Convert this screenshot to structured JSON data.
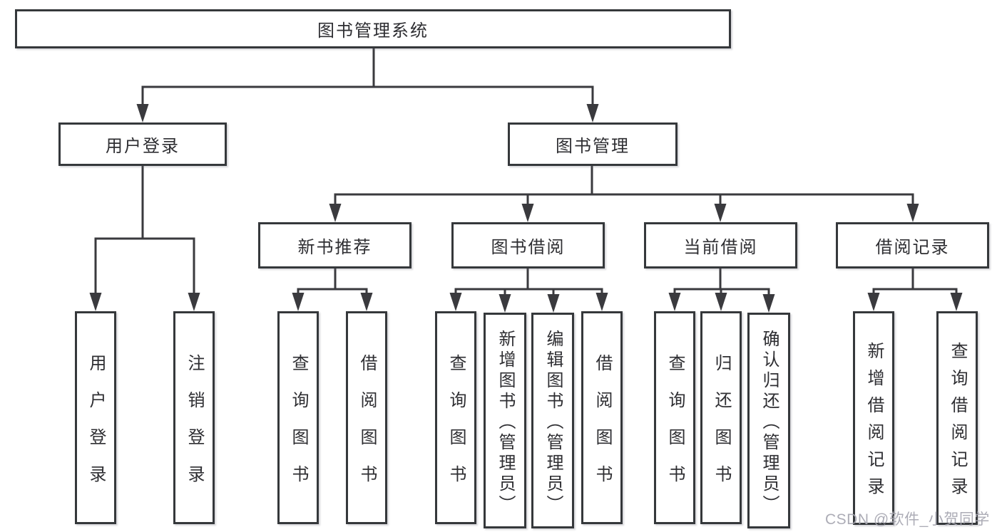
{
  "diagram_title": "图书管理系统",
  "tree": {
    "root": {
      "label": "图书管理系统"
    },
    "branches": [
      {
        "label": "用户登录",
        "children": [
          {
            "label": "用户登录"
          },
          {
            "label": "注销登录"
          }
        ]
      },
      {
        "label": "图书管理",
        "children": [
          {
            "label": "新书推荐",
            "children": [
              {
                "label": "查询图书"
              },
              {
                "label": "借阅图书"
              }
            ]
          },
          {
            "label": "图书借阅",
            "children": [
              {
                "label": "查询图书"
              },
              {
                "label": "新增图书（管理员）"
              },
              {
                "label": "编辑图书（管理员）"
              },
              {
                "label": "借阅图书"
              }
            ]
          },
          {
            "label": "当前借阅",
            "children": [
              {
                "label": "查询图书"
              },
              {
                "label": "归还图书"
              },
              {
                "label": "确认归还（管理员）"
              }
            ]
          },
          {
            "label": "借阅记录",
            "children": [
              {
                "label": "新增借阅记录"
              },
              {
                "label": "查询借阅记录"
              }
            ]
          }
        ]
      }
    ]
  },
  "watermark": "CSDN @软件_小贺同学",
  "colors": {
    "background": "#ffffff",
    "line": "#3a3a3e",
    "box_border": "#35383b",
    "text": "#2e2e32",
    "watermark": "#a6a6b0"
  }
}
